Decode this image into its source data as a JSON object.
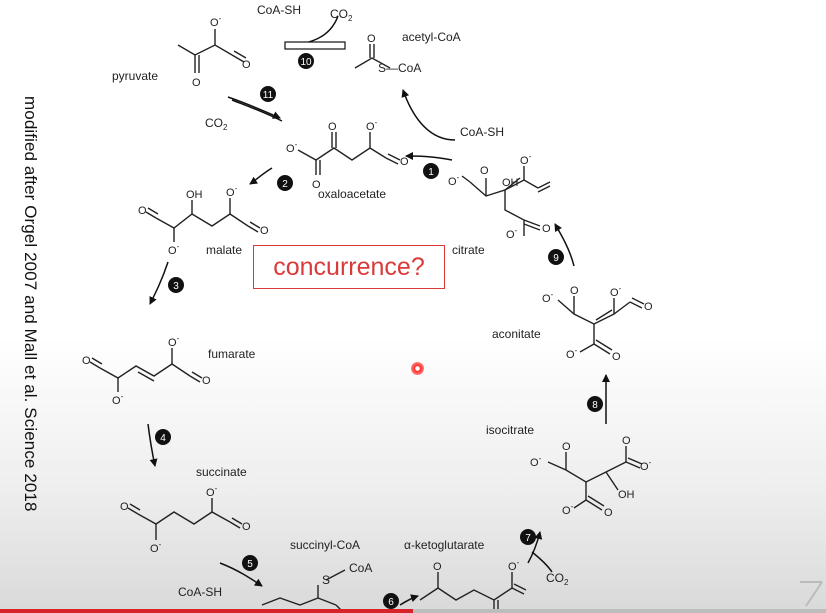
{
  "side_credit": "modified after Orgel 2007 and Mall et al. Science 2018",
  "overlay_label": "concurrence?",
  "labels": {
    "pyruvate": "pyruvate",
    "acetyl_coa": "acetyl-CoA",
    "coa_sh_top": "CoA-SH",
    "co2_top": "CO",
    "co2_pyr": "CO",
    "coa_sh_right": "CoA-SH",
    "oxaloacetate": "oxaloacetate",
    "citrate": "citrate",
    "malate": "malate",
    "fumarate": "fumarate",
    "aconitate": "aconitate",
    "isocitrate": "isocitrate",
    "succinate": "succinate",
    "succinyl_coa": "succinyl-CoA",
    "alpha_kg": "α-ketoglutarate",
    "coa_sh_bottom": "CoA-SH",
    "co2_bottom": "CO",
    "s_coa_acetyl": "S—CoA",
    "coa_succinyl": "CoA",
    "s_succinyl": "S",
    "oh": "OH",
    "o": "O",
    "o_minus": "O",
    "minus": "-",
    "sub2": "2"
  },
  "steps": [
    "1",
    "2",
    "3",
    "4",
    "5",
    "6",
    "7",
    "8",
    "9",
    "10",
    "11"
  ]
}
